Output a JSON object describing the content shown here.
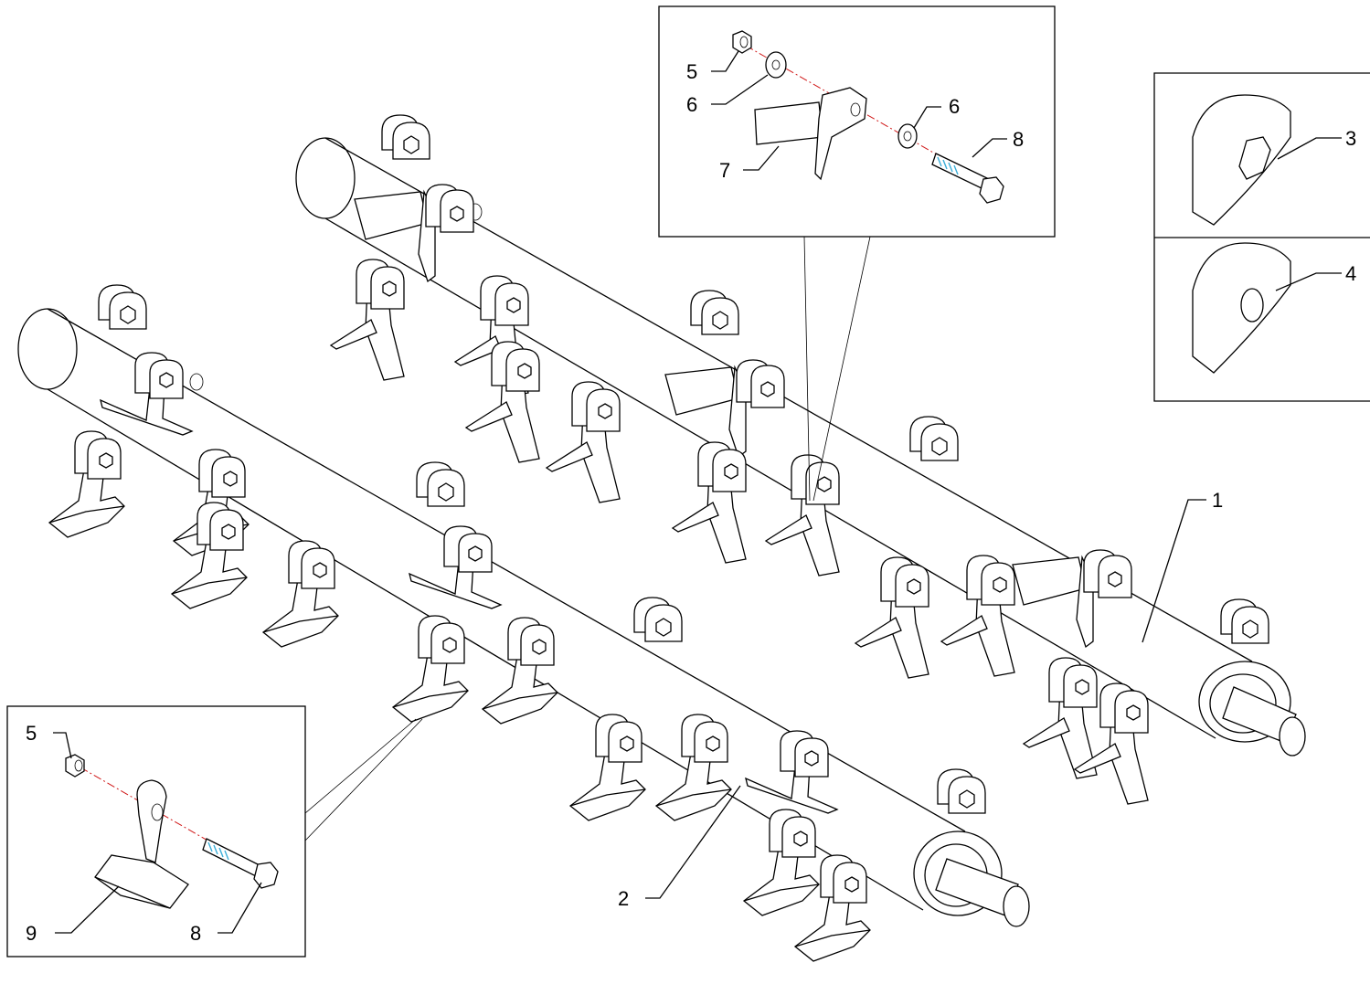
{
  "diagram": {
    "callouts": {
      "shaft_rear": "1",
      "shaft_front": "2",
      "end_plate_hex": "3",
      "end_plate_round": "4",
      "detail_top_nut": "5",
      "detail_top_washer_left": "6",
      "detail_top_washer_right": "6",
      "detail_top_blade": "7",
      "detail_top_bolt": "8",
      "detail_bottom_nut": "5",
      "detail_bottom_bolt": "8",
      "detail_bottom_hammer": "9"
    },
    "colors": {
      "line": "#000000",
      "center_line": "#d01818",
      "thread": "#3aaed8",
      "background": "#ffffff"
    }
  }
}
